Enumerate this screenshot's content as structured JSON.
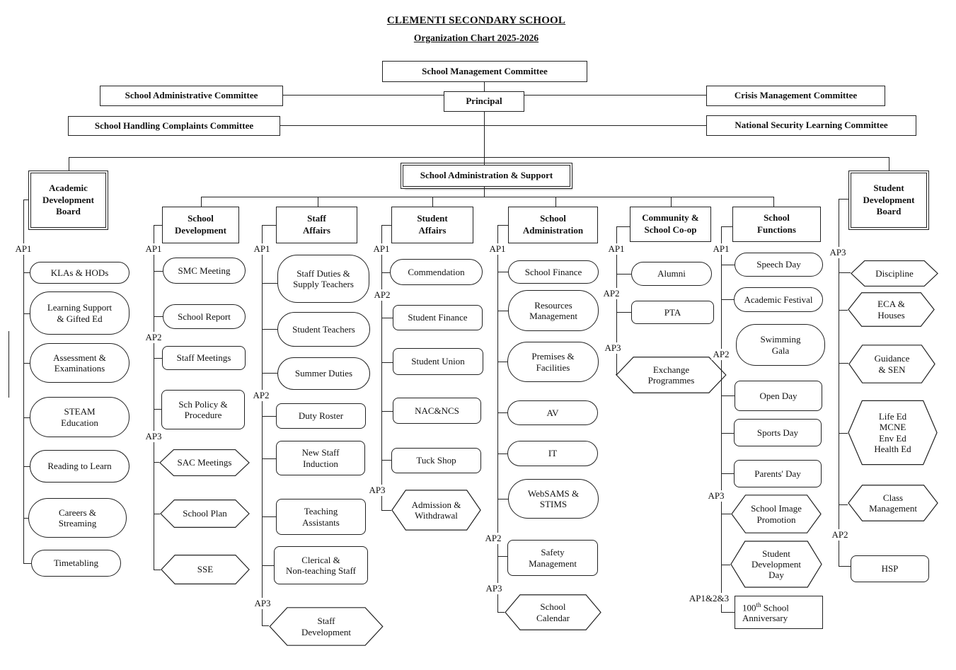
{
  "title": "CLEMENTI SECONDARY SCHOOL",
  "subtitle": "Organization Chart 2025-2026",
  "top_boxes": {
    "school_management_committee": "School Management Committee",
    "principal": "Principal",
    "school_administrative_committee": "School Administrative Committee",
    "school_handling_complaints_committee": "School Handling Complaints Committee",
    "crisis_management_committee": "Crisis Management Committee",
    "national_security_learning_committee": "National Security Learning Committee",
    "school_administration_support": "School Administration & Support"
  },
  "columns": [
    {
      "id": "academic-development-board",
      "type": "board",
      "header": [
        "Academic",
        "Development",
        "Board"
      ],
      "groups": [
        {
          "ap": "AP1",
          "items": [
            {
              "label": [
                "KLAs & HODs"
              ],
              "shape": "stadium"
            },
            {
              "label": [
                "Learning Support",
                "& Gifted Ed"
              ],
              "shape": "stadium"
            },
            {
              "label": [
                "Assessment &",
                "Examinations"
              ],
              "shape": "stadium"
            },
            {
              "label": [
                "STEAM",
                "Education"
              ],
              "shape": "stadium"
            },
            {
              "label": [
                "Reading to Learn"
              ],
              "shape": "stadium"
            },
            {
              "label": [
                "Careers &",
                "Streaming"
              ],
              "shape": "stadium"
            },
            {
              "label": [
                "Timetabling"
              ],
              "shape": "stadium"
            }
          ]
        }
      ]
    },
    {
      "id": "school-development",
      "type": "dept",
      "header": [
        "School",
        "Development"
      ],
      "groups": [
        {
          "ap": "AP1",
          "items": [
            {
              "label": [
                "SMC Meeting"
              ],
              "shape": "stadium"
            },
            {
              "label": [
                "School Report"
              ],
              "shape": "stadium"
            }
          ]
        },
        {
          "ap": "AP2",
          "items": [
            {
              "label": [
                "Staff Meetings"
              ],
              "shape": "round"
            },
            {
              "label": [
                "Sch Policy &",
                "Procedure"
              ],
              "shape": "round"
            }
          ]
        },
        {
          "ap": "AP3",
          "items": [
            {
              "label": [
                "SAC Meetings"
              ],
              "shape": "hex"
            },
            {
              "label": [
                "School Plan"
              ],
              "shape": "hex"
            },
            {
              "label": [
                "SSE"
              ],
              "shape": "hex"
            }
          ]
        }
      ]
    },
    {
      "id": "staff-affairs",
      "type": "dept",
      "header": [
        "Staff",
        "Affairs"
      ],
      "groups": [
        {
          "ap": "AP1",
          "items": [
            {
              "label": [
                "Staff Duties &",
                "Supply Teachers"
              ],
              "shape": "stadium"
            },
            {
              "label": [
                "Student Teachers"
              ],
              "shape": "stadium"
            },
            {
              "label": [
                "Summer Duties"
              ],
              "shape": "stadium"
            }
          ]
        },
        {
          "ap": "AP2",
          "items": [
            {
              "label": [
                "Duty Roster"
              ],
              "shape": "round"
            },
            {
              "label": [
                "New Staff",
                "Induction"
              ],
              "shape": "round"
            },
            {
              "label": [
                "Teaching",
                "Assistants"
              ],
              "shape": "round"
            },
            {
              "label": [
                "Clerical &",
                "Non-teaching Staff"
              ],
              "shape": "round"
            }
          ]
        },
        {
          "ap": "AP3",
          "items": [
            {
              "label": [
                "Staff",
                "Development"
              ],
              "shape": "hex"
            }
          ]
        }
      ]
    },
    {
      "id": "student-affairs",
      "type": "dept",
      "header": [
        "Student",
        "Affairs"
      ],
      "groups": [
        {
          "ap": "AP1",
          "items": [
            {
              "label": [
                "Commendation"
              ],
              "shape": "stadium"
            }
          ]
        },
        {
          "ap": "AP2",
          "items": [
            {
              "label": [
                "Student Finance"
              ],
              "shape": "round"
            },
            {
              "label": [
                "Student Union"
              ],
              "shape": "round"
            },
            {
              "label": [
                "NAC&NCS"
              ],
              "shape": "round"
            },
            {
              "label": [
                "Tuck Shop"
              ],
              "shape": "round"
            }
          ]
        },
        {
          "ap": "AP3",
          "items": [
            {
              "label": [
                "Admission &",
                "Withdrawal"
              ],
              "shape": "hex"
            }
          ]
        }
      ]
    },
    {
      "id": "school-administration",
      "type": "dept",
      "header": [
        "School",
        "Administration"
      ],
      "groups": [
        {
          "ap": "AP1",
          "items": [
            {
              "label": [
                "School Finance"
              ],
              "shape": "stadium"
            },
            {
              "label": [
                "Resources",
                "Management"
              ],
              "shape": "stadium"
            },
            {
              "label": [
                "Premises &",
                "Facilities"
              ],
              "shape": "stadium"
            },
            {
              "label": [
                "AV"
              ],
              "shape": "stadium"
            },
            {
              "label": [
                "IT"
              ],
              "shape": "stadium"
            },
            {
              "label": [
                "WebSAMS &",
                "STIMS"
              ],
              "shape": "stadium"
            }
          ]
        },
        {
          "ap": "AP2",
          "items": [
            {
              "label": [
                "Safety",
                "Management"
              ],
              "shape": "round"
            }
          ]
        },
        {
          "ap": "AP3",
          "items": [
            {
              "label": [
                "School",
                "Calendar"
              ],
              "shape": "hex"
            }
          ]
        }
      ]
    },
    {
      "id": "community-school-coop",
      "type": "dept",
      "header": [
        "Community &",
        "School Co-op"
      ],
      "groups": [
        {
          "ap": "AP1",
          "items": [
            {
              "label": [
                "Alumni"
              ],
              "shape": "stadium"
            }
          ]
        },
        {
          "ap": "AP2",
          "items": [
            {
              "label": [
                "PTA"
              ],
              "shape": "round"
            }
          ]
        },
        {
          "ap": "AP3",
          "items": [
            {
              "label": [
                "Exchange",
                "Programmes"
              ],
              "shape": "hex"
            }
          ]
        }
      ]
    },
    {
      "id": "school-functions",
      "type": "dept",
      "header": [
        "School",
        "Functions"
      ],
      "groups": [
        {
          "ap": "AP1",
          "items": [
            {
              "label": [
                "Speech Day"
              ],
              "shape": "stadium"
            },
            {
              "label": [
                "Academic Festival"
              ],
              "shape": "stadium"
            },
            {
              "label": [
                "Swimming",
                "Gala"
              ],
              "shape": "stadium"
            }
          ]
        },
        {
          "ap": "AP2",
          "items": [
            {
              "label": [
                "Open Day"
              ],
              "shape": "round"
            },
            {
              "label": [
                "Sports Day"
              ],
              "shape": "round"
            },
            {
              "label": [
                "Parents' Day"
              ],
              "shape": "round"
            }
          ]
        },
        {
          "ap": "AP3",
          "items": [
            {
              "label": [
                "School Image",
                "Promotion"
              ],
              "shape": "hex"
            },
            {
              "label": [
                "Student",
                "Development",
                "Day"
              ],
              "shape": "hex"
            }
          ]
        },
        {
          "ap": "AP1&2&3",
          "items": [
            {
              "label": [
                "100~th~ School",
                "Anniversary"
              ],
              "shape": "rect",
              "align": "left"
            }
          ]
        }
      ]
    },
    {
      "id": "student-development-board",
      "type": "board",
      "header": [
        "Student",
        "Development",
        "Board"
      ],
      "groups": [
        {
          "ap": "AP3",
          "items": [
            {
              "label": [
                "Discipline"
              ],
              "shape": "hex"
            },
            {
              "label": [
                "ECA &",
                "Houses"
              ],
              "shape": "hex"
            },
            {
              "label": [
                "Guidance",
                "& SEN"
              ],
              "shape": "hex"
            },
            {
              "label": [
                "Life Ed",
                "MCNE",
                "Env Ed",
                "Health Ed"
              ],
              "shape": "hex"
            },
            {
              "label": [
                "Class",
                "Management"
              ],
              "shape": "hex"
            }
          ]
        },
        {
          "ap": "AP2",
          "items": [
            {
              "label": [
                "HSP"
              ],
              "shape": "round"
            }
          ]
        }
      ]
    }
  ]
}
